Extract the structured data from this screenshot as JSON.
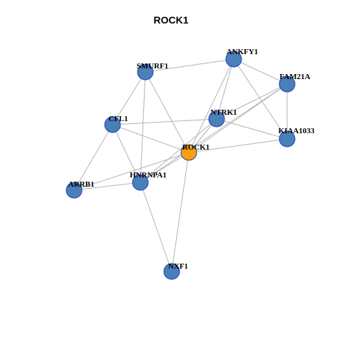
{
  "title": "ROCK1",
  "colors": {
    "hub": "#f5a00f",
    "node": "#4a7fb8",
    "node_border": "#1f3fbf",
    "edge": "#b3b3b3"
  },
  "nodes": [
    {
      "id": "ROCK1",
      "label": "ROCK1",
      "hub": true
    },
    {
      "id": "ANKFY1",
      "label": "ANKFY1"
    },
    {
      "id": "SMURF1",
      "label": "SMURF1"
    },
    {
      "id": "FAM21A",
      "label": "FAM21A"
    },
    {
      "id": "NTRK1",
      "label": "NTRK1"
    },
    {
      "id": "CFL1",
      "label": "CFL1"
    },
    {
      "id": "KIAA1033",
      "label": "KIAA1033"
    },
    {
      "id": "HNRNPA1",
      "label": "HNRNPA1"
    },
    {
      "id": "ARRB1",
      "label": "ARRB1"
    },
    {
      "id": "NXF1",
      "label": "NXF1"
    }
  ],
  "edges": [
    [
      "SMURF1",
      "ANKFY1"
    ],
    [
      "ANKFY1",
      "FAM21A"
    ],
    [
      "ANKFY1",
      "NTRK1"
    ],
    [
      "ANKFY1",
      "KIAA1033"
    ],
    [
      "ANKFY1",
      "ROCK1"
    ],
    [
      "FAM21A",
      "NTRK1"
    ],
    [
      "FAM21A",
      "KIAA1033"
    ],
    [
      "FAM21A",
      "ROCK1"
    ],
    [
      "FAM21A",
      "HNRNPA1"
    ],
    [
      "SMURF1",
      "CFL1"
    ],
    [
      "SMURF1",
      "ROCK1"
    ],
    [
      "SMURF1",
      "HNRNPA1"
    ],
    [
      "CFL1",
      "NTRK1"
    ],
    [
      "CFL1",
      "ROCK1"
    ],
    [
      "CFL1",
      "ARRB1"
    ],
    [
      "CFL1",
      "HNRNPA1"
    ],
    [
      "NTRK1",
      "KIAA1033"
    ],
    [
      "NTRK1",
      "ROCK1"
    ],
    [
      "NTRK1",
      "HNRNPA1"
    ],
    [
      "ROCK1",
      "KIAA1033"
    ],
    [
      "ROCK1",
      "ARRB1"
    ],
    [
      "ROCK1",
      "HNRNPA1"
    ],
    [
      "ROCK1",
      "NXF1"
    ],
    [
      "ARRB1",
      "HNRNPA1"
    ],
    [
      "HNRNPA1",
      "NXF1"
    ]
  ]
}
